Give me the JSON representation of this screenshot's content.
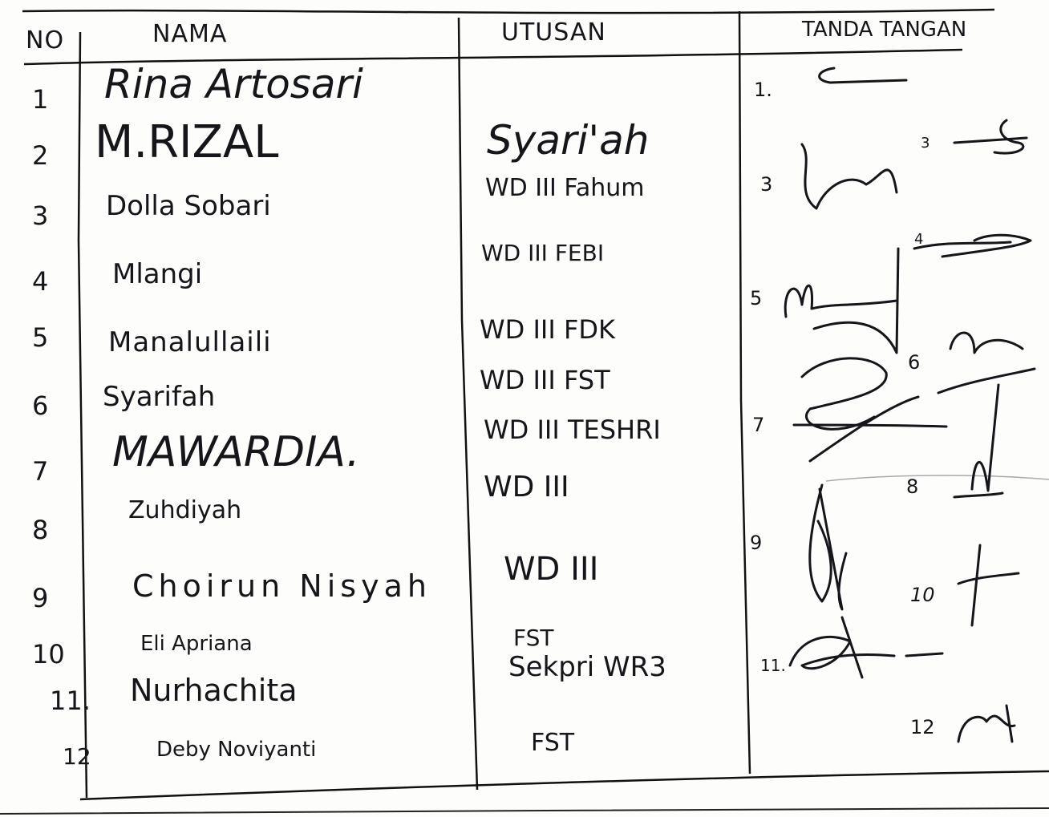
{
  "headers": {
    "no": "NO",
    "nama": "NAMA",
    "utusan": "UTUSAN",
    "tanda_tangan": "TANDA TANGAN"
  },
  "rows": [
    {
      "no": "1",
      "nama": "Rina Artosari",
      "utusan": "",
      "sign_label": "1."
    },
    {
      "no": "2",
      "nama": "M.RIZAL",
      "utusan": "Syari'ah",
      "sign_label": ""
    },
    {
      "no": "3",
      "nama": "Dolla Sobari",
      "utusan": "WD III Fahum",
      "sign_label": "3"
    },
    {
      "no": "4",
      "nama": "Mlangi",
      "utusan": "WD III FEBI",
      "sign_label": "4"
    },
    {
      "no": "5",
      "nama": "Manalullaili",
      "utusan": "WD III FDK",
      "sign_label": "5"
    },
    {
      "no": "6",
      "nama": "Syarifah",
      "utusan": "WD III FST",
      "sign_label": "6"
    },
    {
      "no": "7",
      "nama": "MAWARDIA.",
      "utusan": "WD III TESHRI",
      "sign_label": "7"
    },
    {
      "no": "8",
      "nama": "Zuhdiyah",
      "utusan": "WD III",
      "sign_label": "8"
    },
    {
      "no": "9",
      "nama": "Choirun Nisyah",
      "utusan": "WD III",
      "sign_label": "9"
    },
    {
      "no": "10",
      "nama": "Eli Apriana",
      "utusan": "FST",
      "sign_label": "10"
    },
    {
      "no": "11.",
      "nama": "Nurhachita",
      "utusan": "Sekpri WR3",
      "sign_label": "11."
    },
    {
      "no": "12",
      "nama": "Deby Noviyanti",
      "utusan": "FST",
      "sign_label": "12"
    }
  ],
  "extra_sign_label": "3",
  "colors": {
    "ink": "#15151a",
    "paper": "#fdfdfc"
  }
}
